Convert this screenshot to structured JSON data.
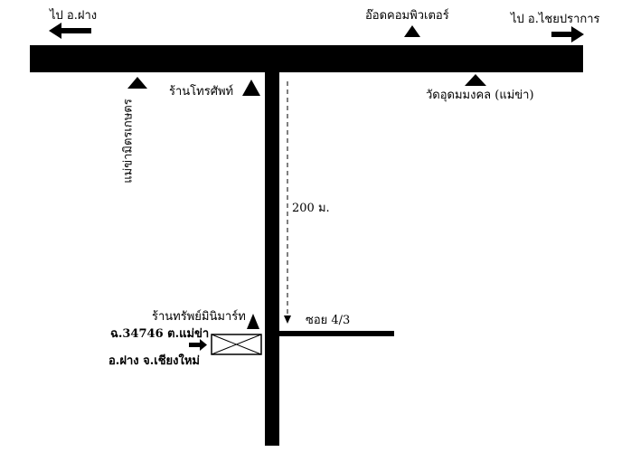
{
  "map": {
    "labels": {
      "to_fang": "ไป อ.ฝาง",
      "computer_shop": "อ๊อดคอมพิวเตอร์",
      "to_chai_prakan": "ไป อ.ไชยปราการ",
      "phone_shop": "ร้านโทรศัพท์",
      "temple": "วัดอุดมมงคล (แม่ข่า)",
      "school_vertical": "แม่ข่ามิตรเกษตร",
      "distance": "200 ม.",
      "soi": "ซอย 4/3",
      "sap_shop": "ร้านทรัพย์มินิมาร์ท",
      "address_line1": "ฉ.34746 ต.แม่ข่า",
      "address_line2": "อ.ฝาง จ.เชียงใหม่"
    },
    "colors": {
      "road": "#000000",
      "background": "#ffffff"
    }
  }
}
